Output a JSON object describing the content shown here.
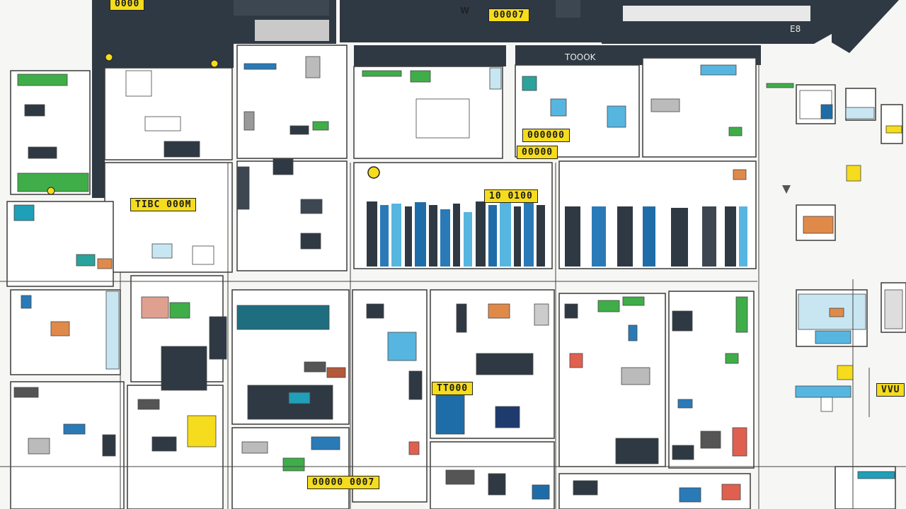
{
  "labels": {
    "l1": "0000",
    "l2": "TIBC 000M",
    "l3": "000000",
    "l4": "00007",
    "l5": "00000",
    "l6": "10 0100",
    "l7": "TT000",
    "l8": "00000 0007",
    "l9": "VVU"
  },
  "road_text": {
    "t1": "W",
    "t2": "TOOOK",
    "t3": "E8"
  },
  "colors": {
    "road": "#2f3943",
    "block": "#ffffff",
    "outline": "#3a3a3a",
    "label_bg": "#f5dc1c",
    "accent_blue": "#2a7ab8",
    "accent_green": "#3fae49",
    "accent_teal": "#1f9fb8",
    "accent_orange": "#e08a4a"
  }
}
